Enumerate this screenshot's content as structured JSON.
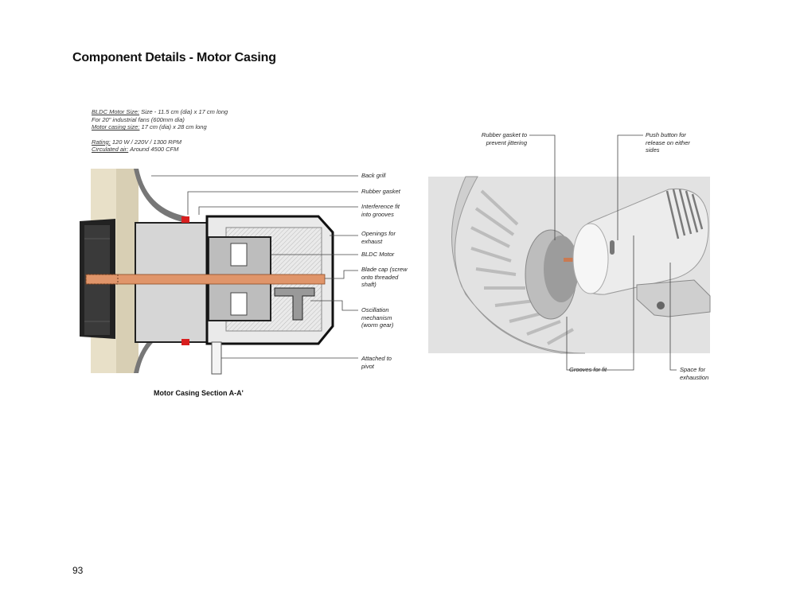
{
  "page": {
    "title": "Component Details - Motor Casing",
    "number": "93"
  },
  "specs": {
    "motor_size_label": "BLDC Motor Size:",
    "motor_size_value": " Size - 11.5 cm (dia) x 17 cm long",
    "fan_line": "For 20\" industrial fans (600mm dia)",
    "casing_label": "Motor casing size:",
    "casing_value": " 17 cm (dia) x 28 cm long",
    "rating_label": "Rating:",
    "rating_value": " 120 W / 220V / 1300 RPM",
    "air_label": "Circulated air:",
    "air_value": " Around 4500 CFM"
  },
  "section_labels": {
    "back_grill": "Back grill",
    "rubber_gasket": "Rubber gasket",
    "interference_fit": "Interference fit into grooves",
    "openings": "Openings for exhaust",
    "bldc_motor": "BLDC Motor",
    "blade_cap": "Blade cap (screw onto threaded shaft)",
    "oscillation": "Oscillation mechanism (worm gear)",
    "attached": "Attached to pivot"
  },
  "section_caption": "Motor Casing Section A-A'",
  "render_labels": {
    "rubber_gasket": "Rubber gasket to prevent jittering",
    "push_button": "Push button for release on either sides",
    "grooves": "Grooves for fit",
    "space": "Space for exhaustion"
  },
  "colors": {
    "shaft": "#e0956a",
    "gasket": "#d81f1f",
    "wall": "#e8e0c8",
    "render_bg": "#e2e2e2"
  }
}
